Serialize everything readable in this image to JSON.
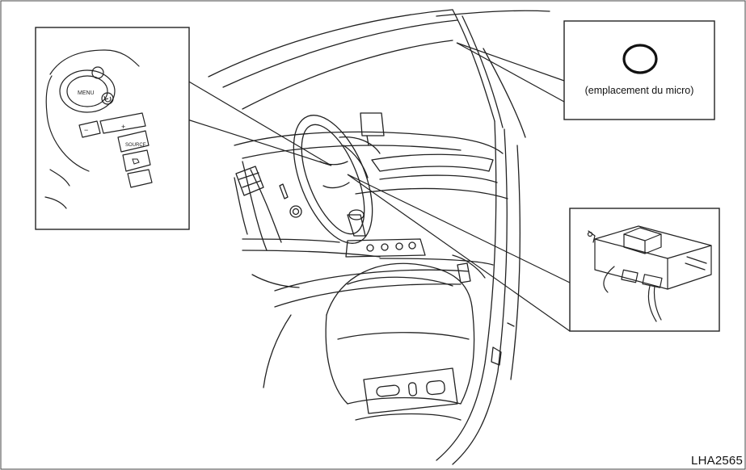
{
  "figure": {
    "reference_code": "LHA2565",
    "insets": {
      "steering_controls": {
        "talk_button_label": "MENU",
        "volume_minus": "−",
        "volume_plus": "+",
        "source_button_label": "SOURCE",
        "phone_icon": "phone-icon",
        "back_icon": "back-arrow-icon"
      },
      "microphone": {
        "caption": "(emplacement du micro)",
        "marker_icon": "circle-marker-icon"
      },
      "control_unit": {
        "icon": "bluetooth-control-unit-icon"
      }
    }
  }
}
